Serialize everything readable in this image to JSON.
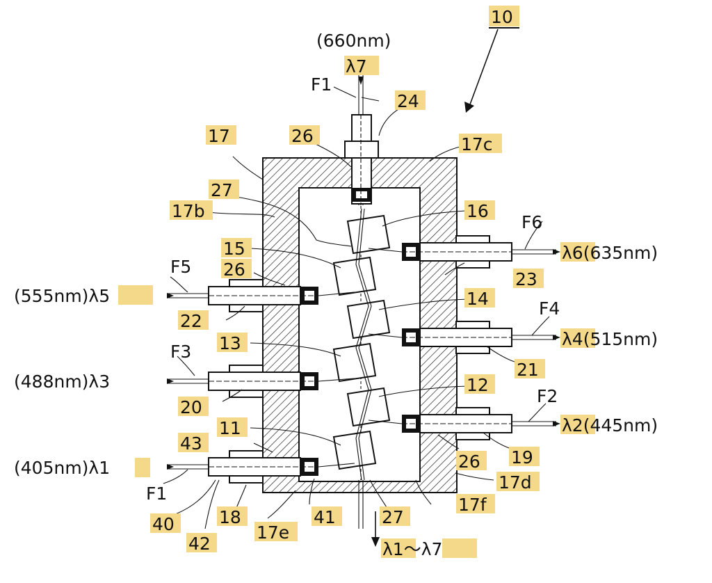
{
  "diagram": {
    "figure_number": "10",
    "wavelengths": {
      "l1": "(405nm)λ1",
      "l2": "λ2(445nm)",
      "l3": "(488nm)λ3",
      "l4": "λ4(515nm)",
      "l5": "(555nm)λ5",
      "l6": "λ6(635nm)",
      "l7_nm": "(660nm)",
      "l7": "λ7",
      "out": "λ1～λ7"
    },
    "fibers": {
      "F1_top": "F1",
      "F1_bottom": "F1",
      "F2": "F2",
      "F3": "F3",
      "F4": "F4",
      "F5": "F5",
      "F6": "F6"
    },
    "labels": {
      "n11": "11",
      "n12": "12",
      "n13": "13",
      "n14": "14",
      "n15": "15",
      "n16": "16",
      "n17": "17",
      "n17b": "17b",
      "n17c": "17c",
      "n17d": "17d",
      "n17e": "17e",
      "n17f": "17f",
      "n18": "18",
      "n19": "19",
      "n20": "20",
      "n21": "21",
      "n22": "22",
      "n23": "23",
      "n24": "24",
      "n26a": "26",
      "n26b": "26",
      "n26c": "26",
      "n27a": "27",
      "n27b": "27",
      "n40": "40",
      "n41": "41",
      "n42": "42",
      "n43": "43"
    }
  }
}
